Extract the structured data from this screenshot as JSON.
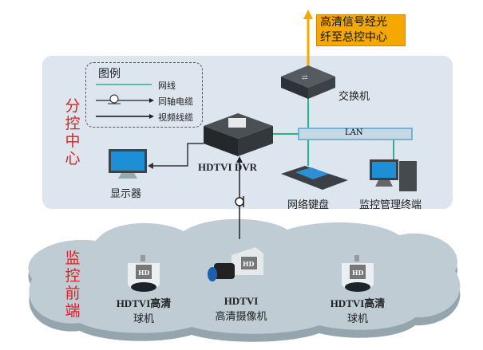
{
  "uplink": {
    "label_line1": "高清信号经光",
    "label_line2": "纤至总控中心",
    "color": "#f5a800"
  },
  "branch_center": {
    "title_chars": [
      "分",
      "控",
      "中",
      "心"
    ],
    "color": "#e02020"
  },
  "frontend": {
    "title_chars": [
      "监",
      "控",
      "前",
      "端"
    ],
    "color": "#e02020"
  },
  "legend": {
    "title": "图例",
    "items": [
      {
        "label": "网线",
        "style": "green-line"
      },
      {
        "label": "同轴电缆",
        "style": "coax-arrow"
      },
      {
        "label": "视频线缆",
        "style": "dark-arrow"
      }
    ]
  },
  "devices": {
    "switch": "交换机",
    "lan": "LAN",
    "dvr": "HDTVI DVR",
    "monitor": "显示器",
    "keyboard": "网络键盘",
    "terminal": "监控管理终端"
  },
  "cameras": [
    {
      "line1": "HDTVI高清",
      "line2": "球机",
      "type": "dome"
    },
    {
      "line1": "HDTVI",
      "line2": "高清摄像机",
      "type": "bullet"
    },
    {
      "line1": "HDTVI高清",
      "line2": "球机",
      "type": "dome"
    }
  ],
  "colors": {
    "panel": "#dde5ee",
    "cloud": "#b8c5cc",
    "lan_line": "#2bb08a"
  }
}
